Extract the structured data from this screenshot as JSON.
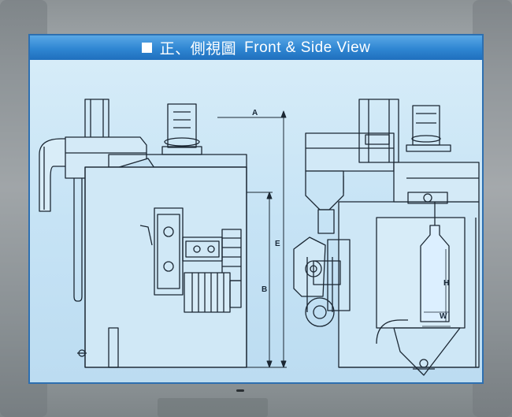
{
  "title": {
    "chinese": "正、側視圖",
    "english": "Front & Side View"
  },
  "dimensions": {
    "a": "A",
    "b": "B",
    "e": "E",
    "h": "H",
    "w": "W"
  },
  "colors": {
    "title_bar": "#2f86d2",
    "panel_border": "#2d6fb0",
    "drawing_background": "#c6e3f5",
    "line": "#1b2733"
  }
}
